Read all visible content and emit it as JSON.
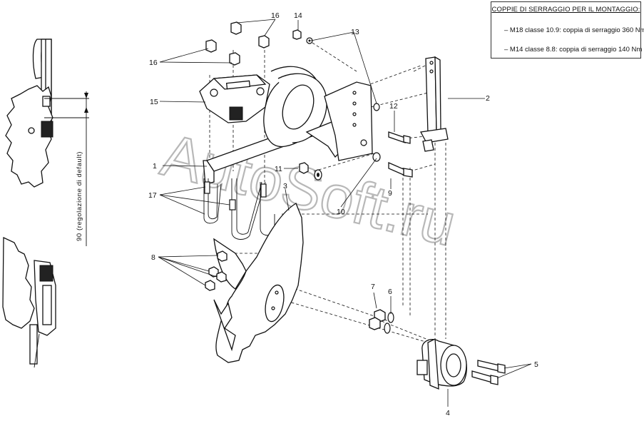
{
  "torque_box": {
    "title": "COPPIE DI SERRAGGIO PER IL MONTAGGIO:",
    "lines": [
      "– M18 classe 10.9: coppia di serraggio 360 Nm",
      "– M14 classe 8.8: coppia di serraggio 140 Nm"
    ]
  },
  "dimension_label": "90 (regolazione di default)",
  "watermark": "AutoSoft.ru",
  "callouts": [
    "1",
    "2",
    "3",
    "4",
    "5",
    "6",
    "7",
    "8",
    "9",
    "10",
    "11",
    "12",
    "13",
    "14",
    "15",
    "16",
    "17"
  ]
}
